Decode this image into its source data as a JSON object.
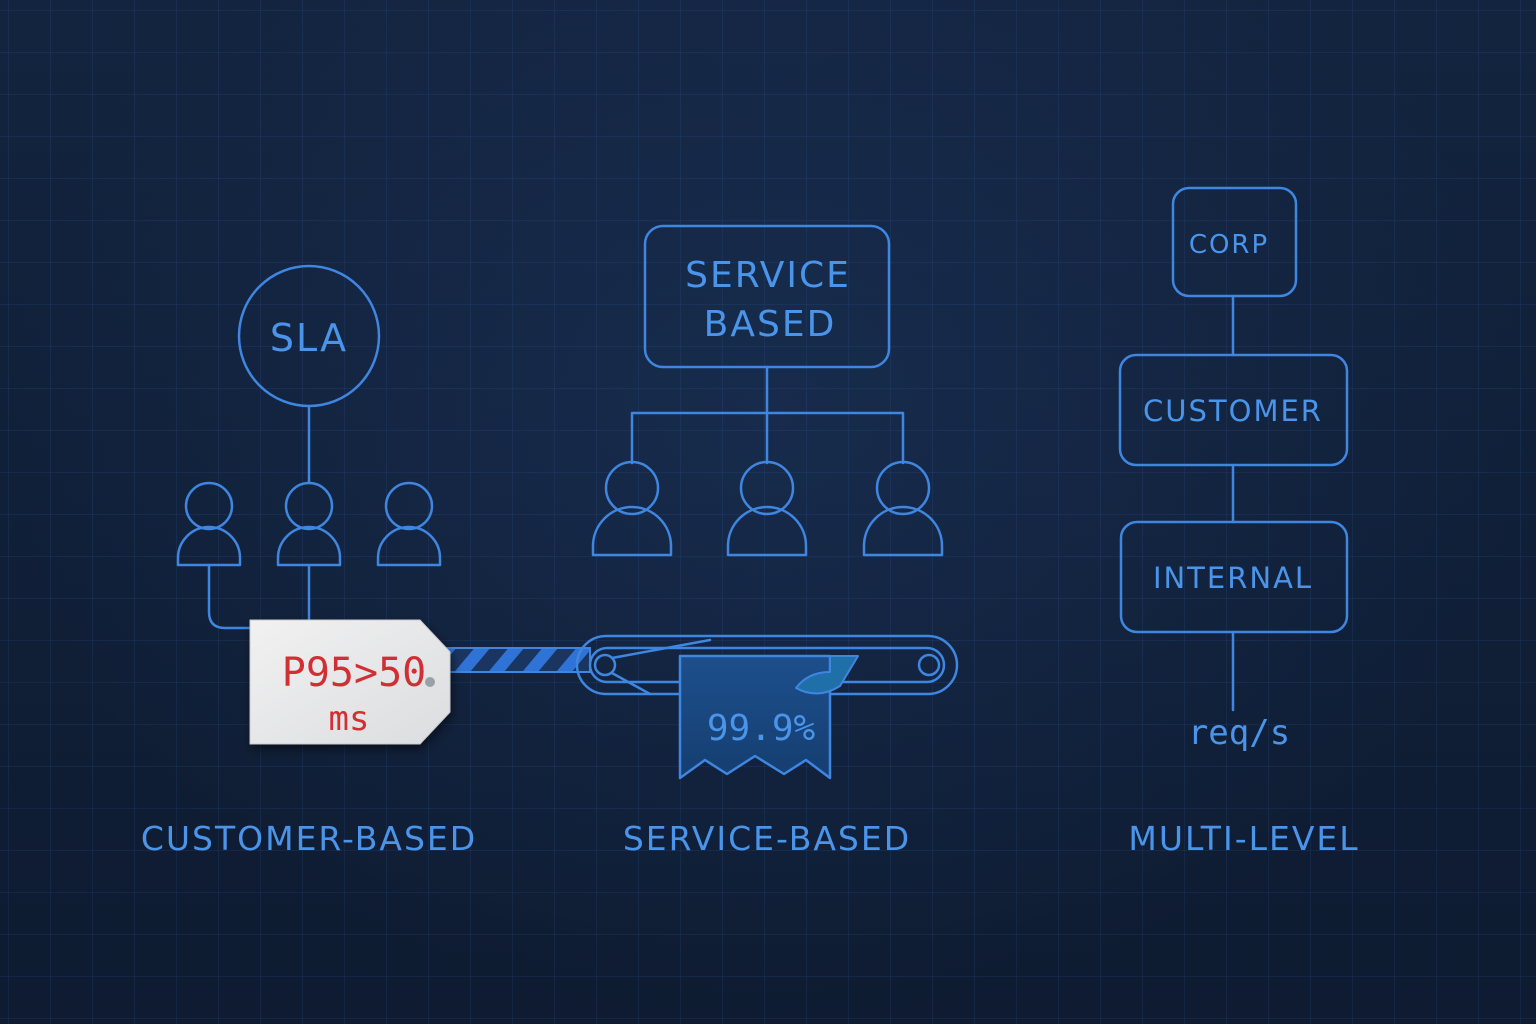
{
  "customer_based": {
    "node_label": "SLA",
    "tag_line1": "P95>50",
    "tag_line2": "ms",
    "caption": "CUSTOMER-BASED"
  },
  "service_based": {
    "box_line1": "SERVICE",
    "box_line2": "BASED",
    "badge_value": "99.9%",
    "caption": "SERVICE-BASED"
  },
  "multi_level": {
    "levels": [
      "CORP",
      "CUSTOMER",
      "INTERNAL"
    ],
    "metric_label": "req/s",
    "caption": "MULTI-LEVEL"
  },
  "colors": {
    "background": "#0f1d34",
    "line": "#3f86e0",
    "text": "#4a94ea",
    "tag_text": "#d12f34",
    "tag_paper": "#e9eaec"
  }
}
